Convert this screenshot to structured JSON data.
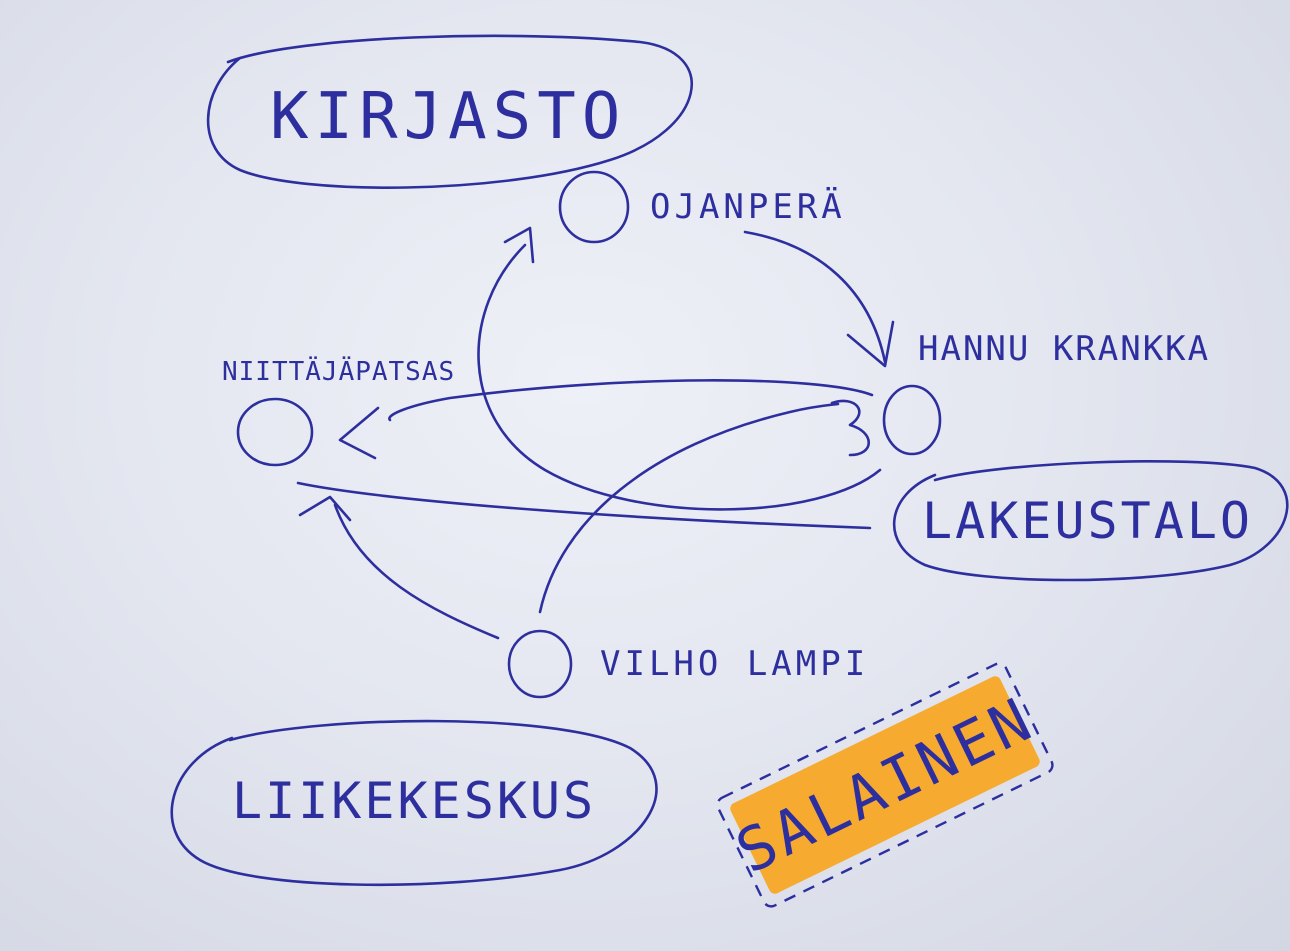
{
  "colors": {
    "ink": "#2e2f9e",
    "highlight": "#f7a620",
    "paper": "#e6e9f1"
  },
  "places": {
    "kirjasto": "KIRJASTO",
    "lakeustalo": "LAKEUSTALO",
    "liikekeskus": "LIIKEKESKUS"
  },
  "stops": {
    "ojanpera": "OJANPERÄ",
    "hannu_krankka": "HANNU KRANKKA",
    "niittaja_patsas": "NIITTÄJÄPATSAS",
    "vilho_lampi": "VILHO LAMPI"
  },
  "stamp": {
    "label": "SALAINEN"
  }
}
